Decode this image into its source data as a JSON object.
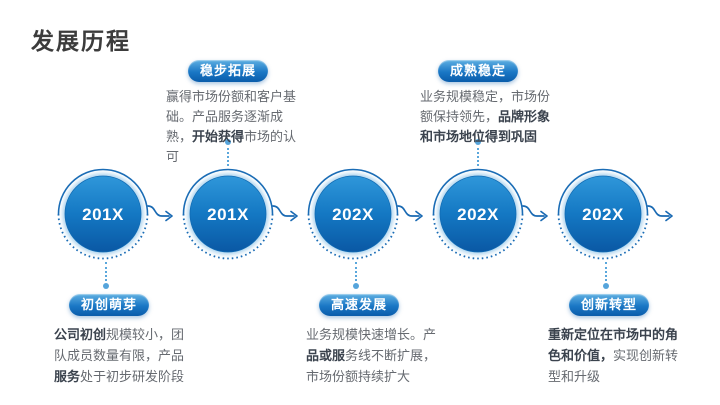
{
  "title": "发展历程",
  "colors": {
    "accent_blue": "#1a6ab3",
    "circle_gradient_top": "#2f97da",
    "circle_gradient_bottom": "#0a58a4",
    "ring_blue": "#1a6cb5",
    "pill_gradient_top": "#5fb0e2",
    "pill_gradient_bottom": "#0a5caa",
    "connector_dot": "#5aa7dc",
    "title_color": "#3c3c3c",
    "body_text": "#666a70"
  },
  "stages": [
    {
      "year": "201X",
      "side": "bottom",
      "label": "初创萌芽",
      "desc": [
        {
          "t": "公司初创",
          "b": true
        },
        {
          "t": "规模较小，团队成员数量有限，产品",
          "b": false
        },
        {
          "t": "服务",
          "b": true
        },
        {
          "t": "处于初步研发阶段",
          "b": false
        }
      ]
    },
    {
      "year": "201X",
      "side": "top",
      "label": "稳步拓展",
      "desc": [
        {
          "t": "赢得市场份额和客户基础。产品服务逐渐成熟，",
          "b": false
        },
        {
          "t": "开始获得",
          "b": true
        },
        {
          "t": "市场的认可",
          "b": false
        }
      ]
    },
    {
      "year": "202X",
      "side": "bottom",
      "label": "高速发展",
      "desc": [
        {
          "t": "业务规模快速增长。产",
          "b": false
        },
        {
          "t": "品或服",
          "b": true
        },
        {
          "t": "务线不断扩展，市场份额持续扩大",
          "b": false
        }
      ]
    },
    {
      "year": "202X",
      "side": "top",
      "label": "成熟稳定",
      "desc": [
        {
          "t": "业务规模稳定，市场份额保持领先，",
          "b": false
        },
        {
          "t": "品牌形象和市场地位得到巩固",
          "b": true
        }
      ]
    },
    {
      "year": "202X",
      "side": "bottom",
      "label": "创新转型",
      "desc": [
        {
          "t": "重新定位在市场中的角色和价值，",
          "b": true
        },
        {
          "t": "实现创新转型和升级",
          "b": false
        }
      ]
    }
  ]
}
